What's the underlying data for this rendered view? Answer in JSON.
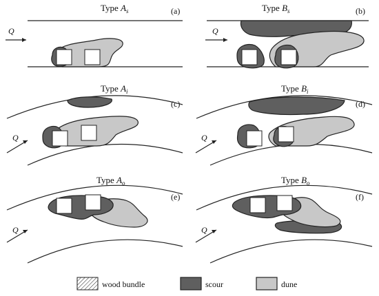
{
  "panels": [
    {
      "id": "a",
      "label": "(a)",
      "type_main": "Type ",
      "type_A": "A",
      "type_sub": "s",
      "flow": "Q"
    },
    {
      "id": "b",
      "label": "(b)",
      "type_main": "Type ",
      "type_A": "B",
      "type_sub": "s",
      "flow": "Q"
    },
    {
      "id": "c",
      "label": "(c)",
      "type_main": "Type ",
      "type_A": "A",
      "type_sub": "i",
      "flow": "Q"
    },
    {
      "id": "d",
      "label": "(d)",
      "type_main": "Type ",
      "type_A": "B",
      "type_sub": "i",
      "flow": "Q"
    },
    {
      "id": "e",
      "label": "(e)",
      "type_main": "Type ",
      "type_A": "A",
      "type_sub": "o",
      "flow": "Q"
    },
    {
      "id": "f",
      "label": "(f)",
      "type_main": "Type ",
      "type_A": "B",
      "type_sub": "o",
      "flow": "Q"
    }
  ],
  "legend": {
    "wood": "wood bundle",
    "scour": "scour",
    "dune": "dune"
  },
  "colors": {
    "scour": "#5f5f5f",
    "dune": "#c8c8c8",
    "line": "#222222"
  }
}
